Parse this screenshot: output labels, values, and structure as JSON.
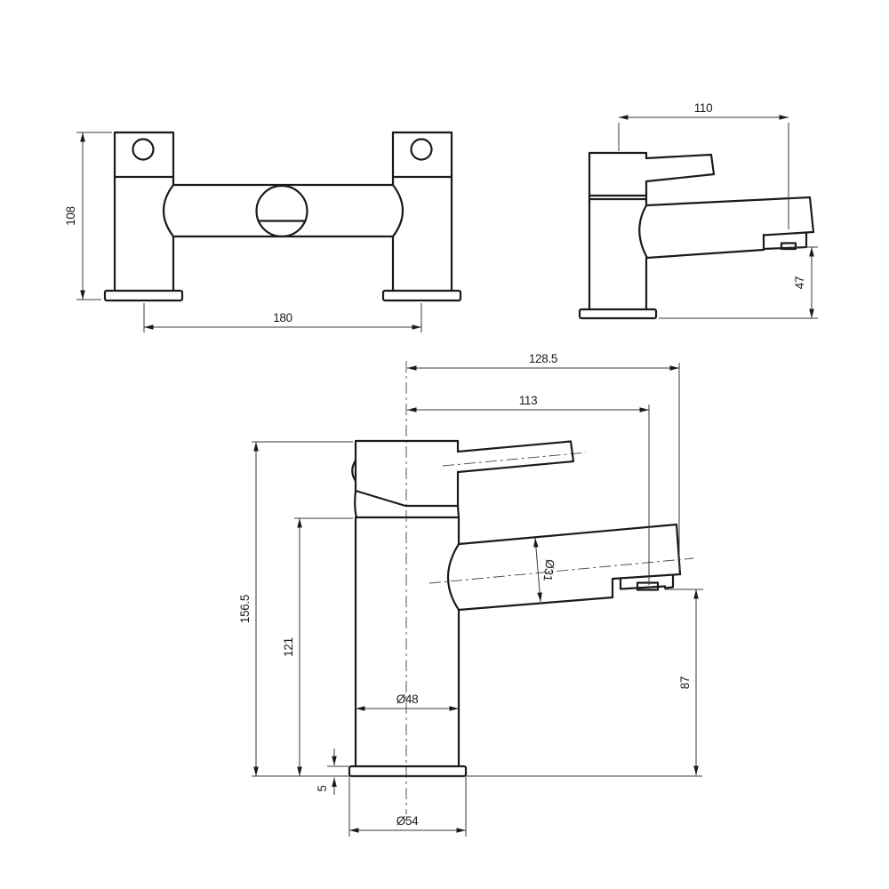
{
  "drawing": {
    "type": "technical-dimension-drawing",
    "subject": "tap / faucet orthographic views",
    "background": "#ffffff",
    "line_color": "#1a1a1a",
    "dim_color": "#3a3a3a",
    "views": {
      "front": {
        "name": "bath filler front view",
        "dims": {
          "height": "108",
          "hole_centres": "180"
        }
      },
      "side_small": {
        "name": "tap side view (small)",
        "dims": {
          "reach": "110",
          "spout_height": "47"
        }
      },
      "side_large": {
        "name": "basin mixer side view (large)",
        "dims": {
          "overall_reach": "128.5",
          "aerator_reach": "113",
          "overall_height": "156.5",
          "body_height": "121",
          "spout_diameter": "Ø31",
          "body_diameter": "Ø48",
          "spout_clearance": "87",
          "base_thickness": "5",
          "base_diameter": "Ø54"
        }
      }
    }
  }
}
